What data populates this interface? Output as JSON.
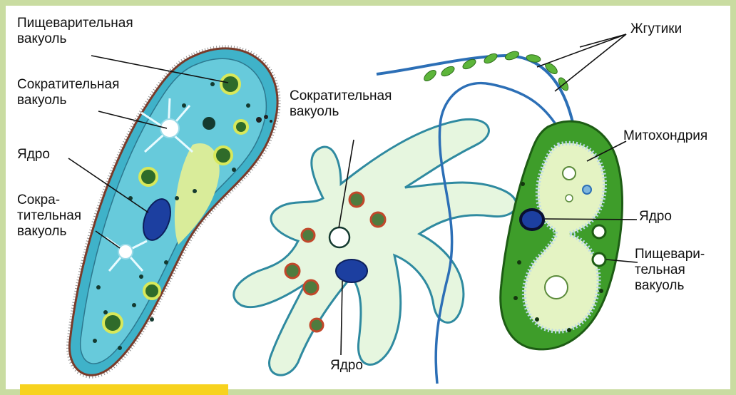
{
  "labels": {
    "paramecium": {
      "food_vacuole": "Пищеварительная\nвакуоль",
      "contractile_vacuole_top": "Сократительная\nвакуоль",
      "nucleus": "Ядро",
      "contractile_vacuole_bottom": "Сокра-\nтительная\nвакуоль"
    },
    "amoeba": {
      "contractile_vacuole": "Сократительная\nвакуоль",
      "nucleus": "Ядро"
    },
    "flagellate": {
      "flagella": "Жгутики",
      "mitochondrion": "Митохондрия",
      "nucleus": "Ядро",
      "food_vacuole": "Пищевари-\nтельная\nвакуоль"
    }
  },
  "colors": {
    "frame": "#c9dca1",
    "paramecium_body": "#3fb2c9",
    "amoeba_body": "#e6f6df",
    "flagellate_body": "#3e9d2a",
    "nucleus": "#1c3fa0",
    "accent_bar": "#f7d21e"
  }
}
